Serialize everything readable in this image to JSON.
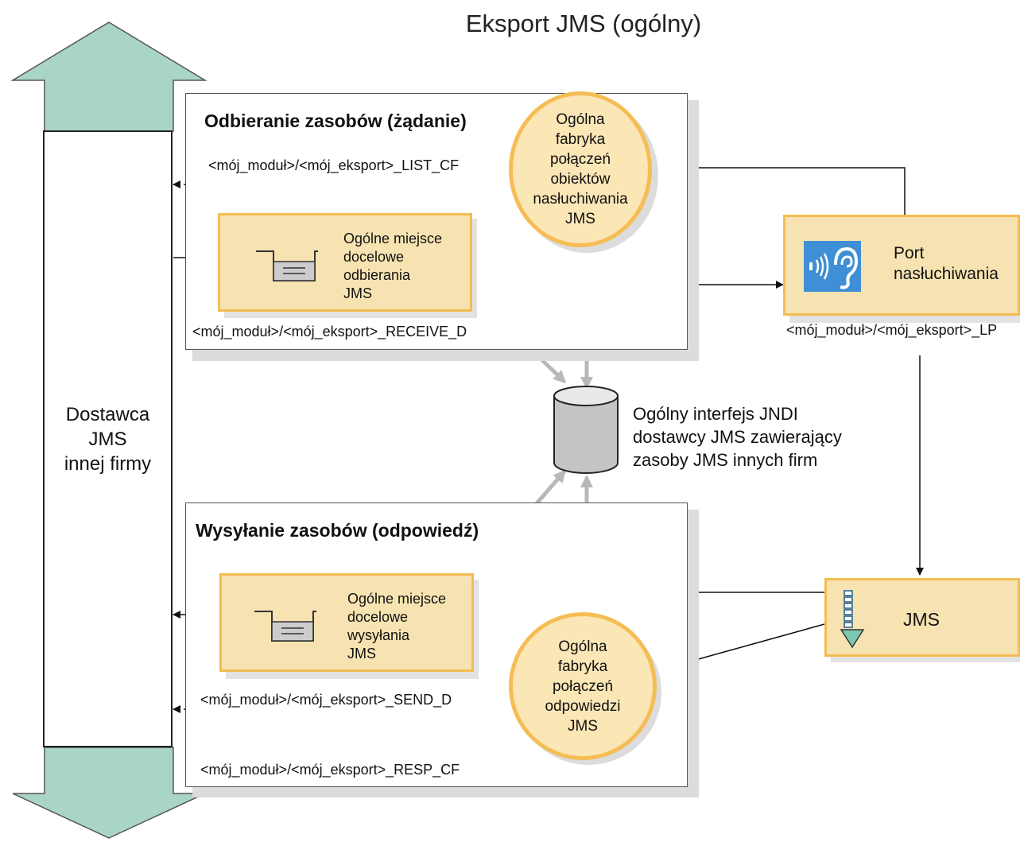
{
  "title": "Eksport JMS (ogólny)",
  "provider": {
    "line1": "Dostawca",
    "line2": "JMS",
    "line3": "innej firmy"
  },
  "receive_section": {
    "title": "Odbieranie zasobów (żądanie)",
    "list_cf_label": "<mój_moduł>/<mój_eksport>_LIST_CF",
    "receive_d_label": "<mój_moduł>/<mój_eksport>_RECEIVE_D",
    "destination": {
      "line1": "Ogólne miejsce",
      "line2": "docelowe",
      "line3": "odbierania",
      "line4": "JMS"
    },
    "factory": {
      "line1": "Ogólna",
      "line2": "fabryka",
      "line3": "połączeń",
      "line4": "obiektów",
      "line5": "nasłuchiwania",
      "line6": "JMS"
    }
  },
  "send_section": {
    "title": "Wysyłanie zasobów (odpowiedź)",
    "send_d_label": "<mój_moduł>/<mój_eksport>_SEND_D",
    "resp_cf_label": "<mój_moduł>/<mój_eksport>_RESP_CF",
    "destination": {
      "line1": "Ogólne miejsce",
      "line2": "docelowe",
      "line3": "wysyłania",
      "line4": "JMS"
    },
    "factory": {
      "line1": "Ogólna",
      "line2": "fabryka",
      "line3": "połączeń",
      "line4": "odpowiedzi",
      "line5": "JMS"
    }
  },
  "jndi": {
    "line1": "Ogólny interfejs JNDI",
    "line2": "dostawcy JMS zawierający",
    "line3": "zasoby JMS innych firm"
  },
  "listener_port": {
    "line1": "Port",
    "line2": "nasłuchiwania",
    "label": "<mój_moduł>/<mój_eksport>_LP",
    "icon": "ear-listening-icon"
  },
  "jms_binding": {
    "label": "JMS",
    "icon": "queue-down-arrow-icon"
  },
  "colors": {
    "box_fill": "#f7e3b2",
    "box_border": "#f3bc52",
    "arrow_fill": "#a9d5c8",
    "gray_arrow": "#b8b8b8",
    "port_icon": "#3e8fd5"
  }
}
